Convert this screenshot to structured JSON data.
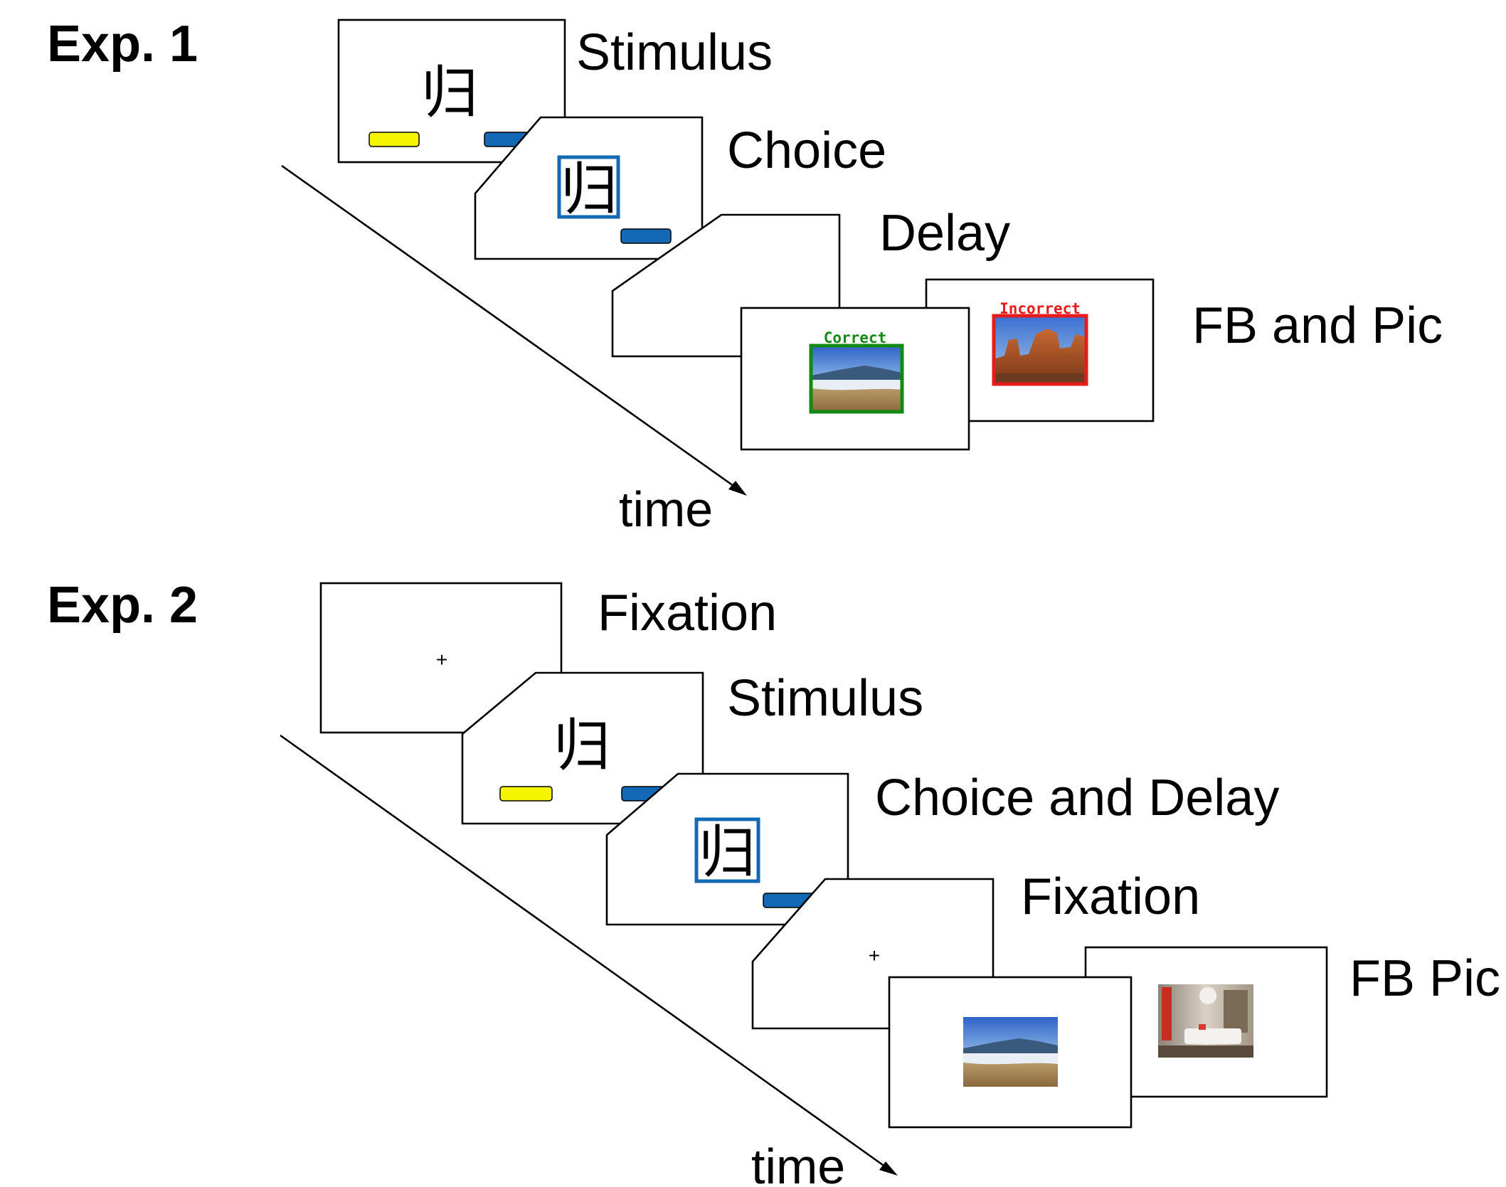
{
  "experiment_1": {
    "title": "Exp. 1",
    "stages": [
      "Stimulus",
      "Choice",
      "Delay",
      "FB and Pic"
    ],
    "time_label": "time",
    "character": "归",
    "feedback_correct": "Correct",
    "feedback_incorrect": "Incorrect"
  },
  "experiment_2": {
    "title": "Exp. 2",
    "stages": [
      "Fixation",
      "Stimulus",
      "Choice and Delay",
      "Fixation",
      "FB Pic"
    ],
    "time_label": "time",
    "character": "归",
    "fixation_symbol": "+"
  },
  "colors": {
    "yellow_option": "#f5f500",
    "blue_option": "#1469b4",
    "selection_box": "#1469b4",
    "correct_green": "#138a13",
    "incorrect_red": "#e61c1c"
  },
  "icons": [
    "beach-photo",
    "canyon-photo",
    "living-room-photo",
    "arrow-head-icon"
  ]
}
